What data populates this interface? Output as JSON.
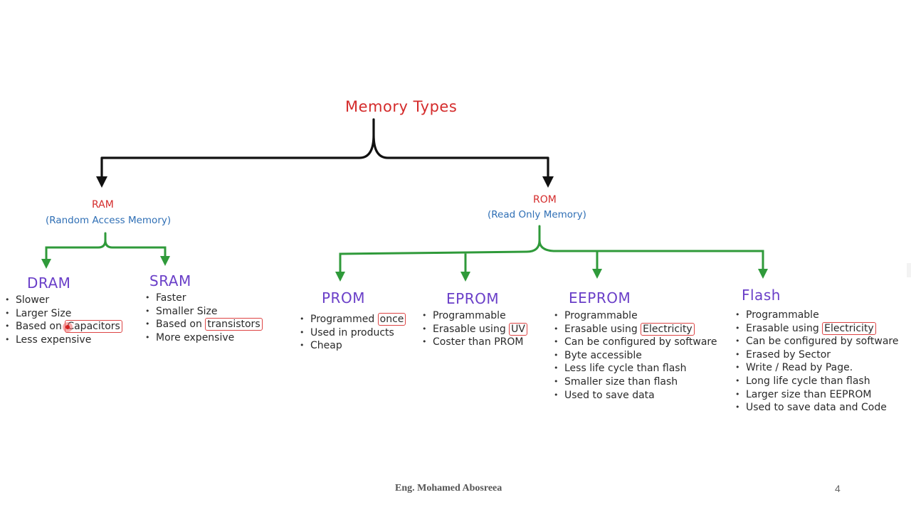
{
  "title": "Memory Types",
  "ram": {
    "label": "RAM",
    "full": "(Random Access Memory)",
    "dram": {
      "title": "DRAM",
      "items": [
        "Slower",
        "Larger Size",
        "Based on",
        "Less expensive"
      ],
      "highlight": "Capacitors"
    },
    "sram": {
      "title": "SRAM",
      "items": [
        "Faster",
        "Smaller Size",
        "Based on",
        "More expensive"
      ],
      "highlight": "transistors"
    }
  },
  "rom": {
    "label": "ROM",
    "full": "(Read Only Memory)",
    "prom": {
      "title": "PROM",
      "items": [
        "Programmed",
        "Used in products",
        "Cheap"
      ],
      "highlight": "once"
    },
    "eprom": {
      "title": "EPROM",
      "items": [
        "Programmable",
        "Erasable using",
        "Coster than PROM"
      ],
      "highlight": "UV"
    },
    "eeprom": {
      "title": "EEPROM",
      "items": [
        "Programmable",
        "Erasable using",
        "Can be configured by software",
        "Byte accessible",
        "Less life cycle than flash",
        "Smaller size than flash",
        "Used to save data"
      ],
      "highlight": "Electricity"
    },
    "flash": {
      "title": "Flash",
      "items": [
        "Programmable",
        "Erasable using",
        "Can be configured by software",
        "Erased by Sector",
        "Write / Read by Page.",
        "Long life cycle than flash",
        "Larger size than EEPROM",
        "Used to save data and Code"
      ],
      "highlight": "Electricity"
    }
  },
  "footer": {
    "author": "Eng. Mohamed Abosreea",
    "page": "4"
  },
  "colors": {
    "title_red": "#d42b2b",
    "label_blue": "#2f6fb5",
    "subtype_purple": "#6a3fc8",
    "branch_black": "#111111",
    "branch_green": "#2f9a3a",
    "highlight_red": "#d44444"
  }
}
